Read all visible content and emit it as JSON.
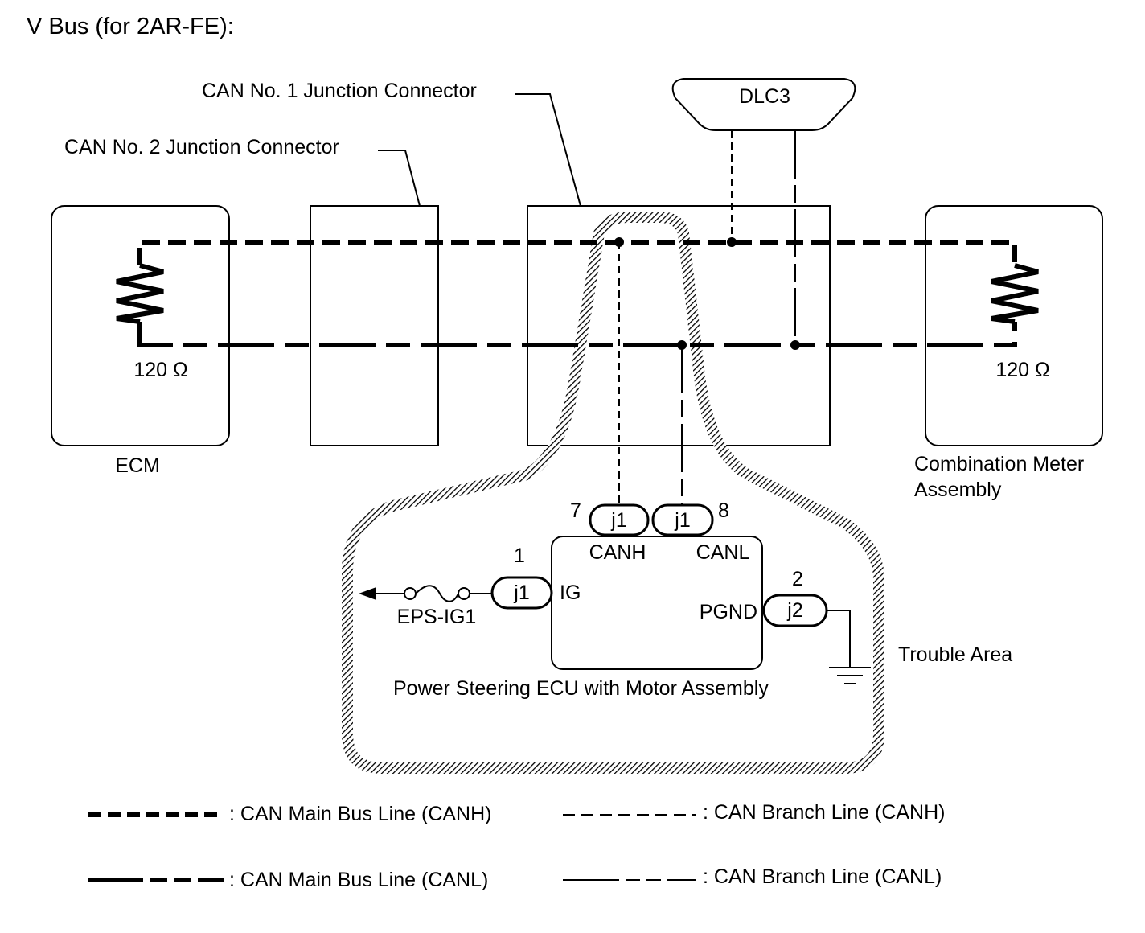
{
  "title": "V Bus (for 2AR-FE):",
  "connectors": {
    "can2": "CAN No. 2 Junction Connector",
    "can1": "CAN No. 1 Junction Connector",
    "dlc3": "DLC3"
  },
  "ecm": {
    "label": "ECM",
    "resistance": "120 Ω"
  },
  "meter": {
    "label_line1": "Combination Meter",
    "label_line2": "Assembly",
    "resistance": "120 Ω"
  },
  "eps": {
    "label": "Power Steering ECU with Motor Assembly",
    "pins": [
      {
        "connector": "j1",
        "number": "7",
        "signal": "CANH"
      },
      {
        "connector": "j1",
        "number": "8",
        "signal": "CANL"
      },
      {
        "connector": "j1",
        "number": "1",
        "signal": "IG"
      },
      {
        "connector": "j2",
        "number": "2",
        "signal": "PGND"
      }
    ],
    "fuse": "EPS-IG1"
  },
  "trouble_area": "Trouble Area",
  "legend": [
    {
      "label": ": CAN Main Bus Line (CANH)"
    },
    {
      "label": ": CAN Branch Line (CANH)"
    },
    {
      "label": ": CAN Main Bus Line (CANL)"
    },
    {
      "label": ": CAN Branch Line (CANL)"
    }
  ]
}
